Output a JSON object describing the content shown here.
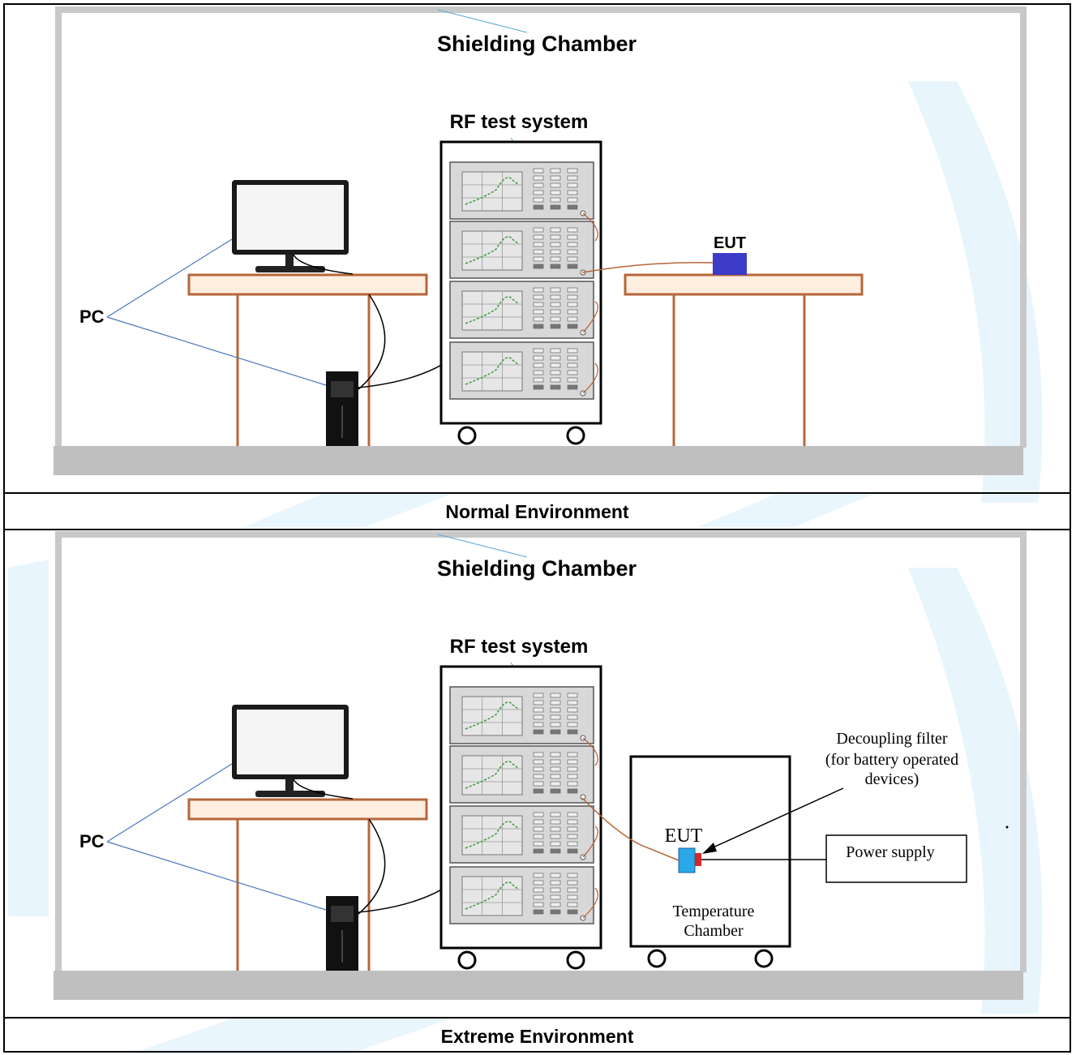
{
  "panels": [
    {
      "chamber_title": "Shielding Chamber",
      "rf_label": "RF test system",
      "pc_label": "PC",
      "eut_label": "EUT",
      "caption": "Normal Environment"
    },
    {
      "chamber_title": "Shielding Chamber",
      "rf_label": "RF test system",
      "pc_label": "PC",
      "eut_label": "EUT",
      "filter_label_lines": [
        "Decoupling filter",
        "(for battery operated",
        "devices)"
      ],
      "power_label": "Power supply",
      "temp_label_lines": [
        "Temperature",
        "Chamber"
      ],
      "caption": "Extreme Environment"
    }
  ],
  "colors": {
    "wall": "#c8c8c8",
    "floor": "#bfbfbf",
    "table": "#b5673a",
    "table_top": "#fdeee0",
    "rack_unit": "#d8d8d8",
    "trace": "#3a9a3a",
    "eut": "#3c3cc8",
    "eut_extreme": "#2aa8e8",
    "filter": "#d62828",
    "annotation": "#4a78c0",
    "background_arc": "#e6f4fc"
  }
}
